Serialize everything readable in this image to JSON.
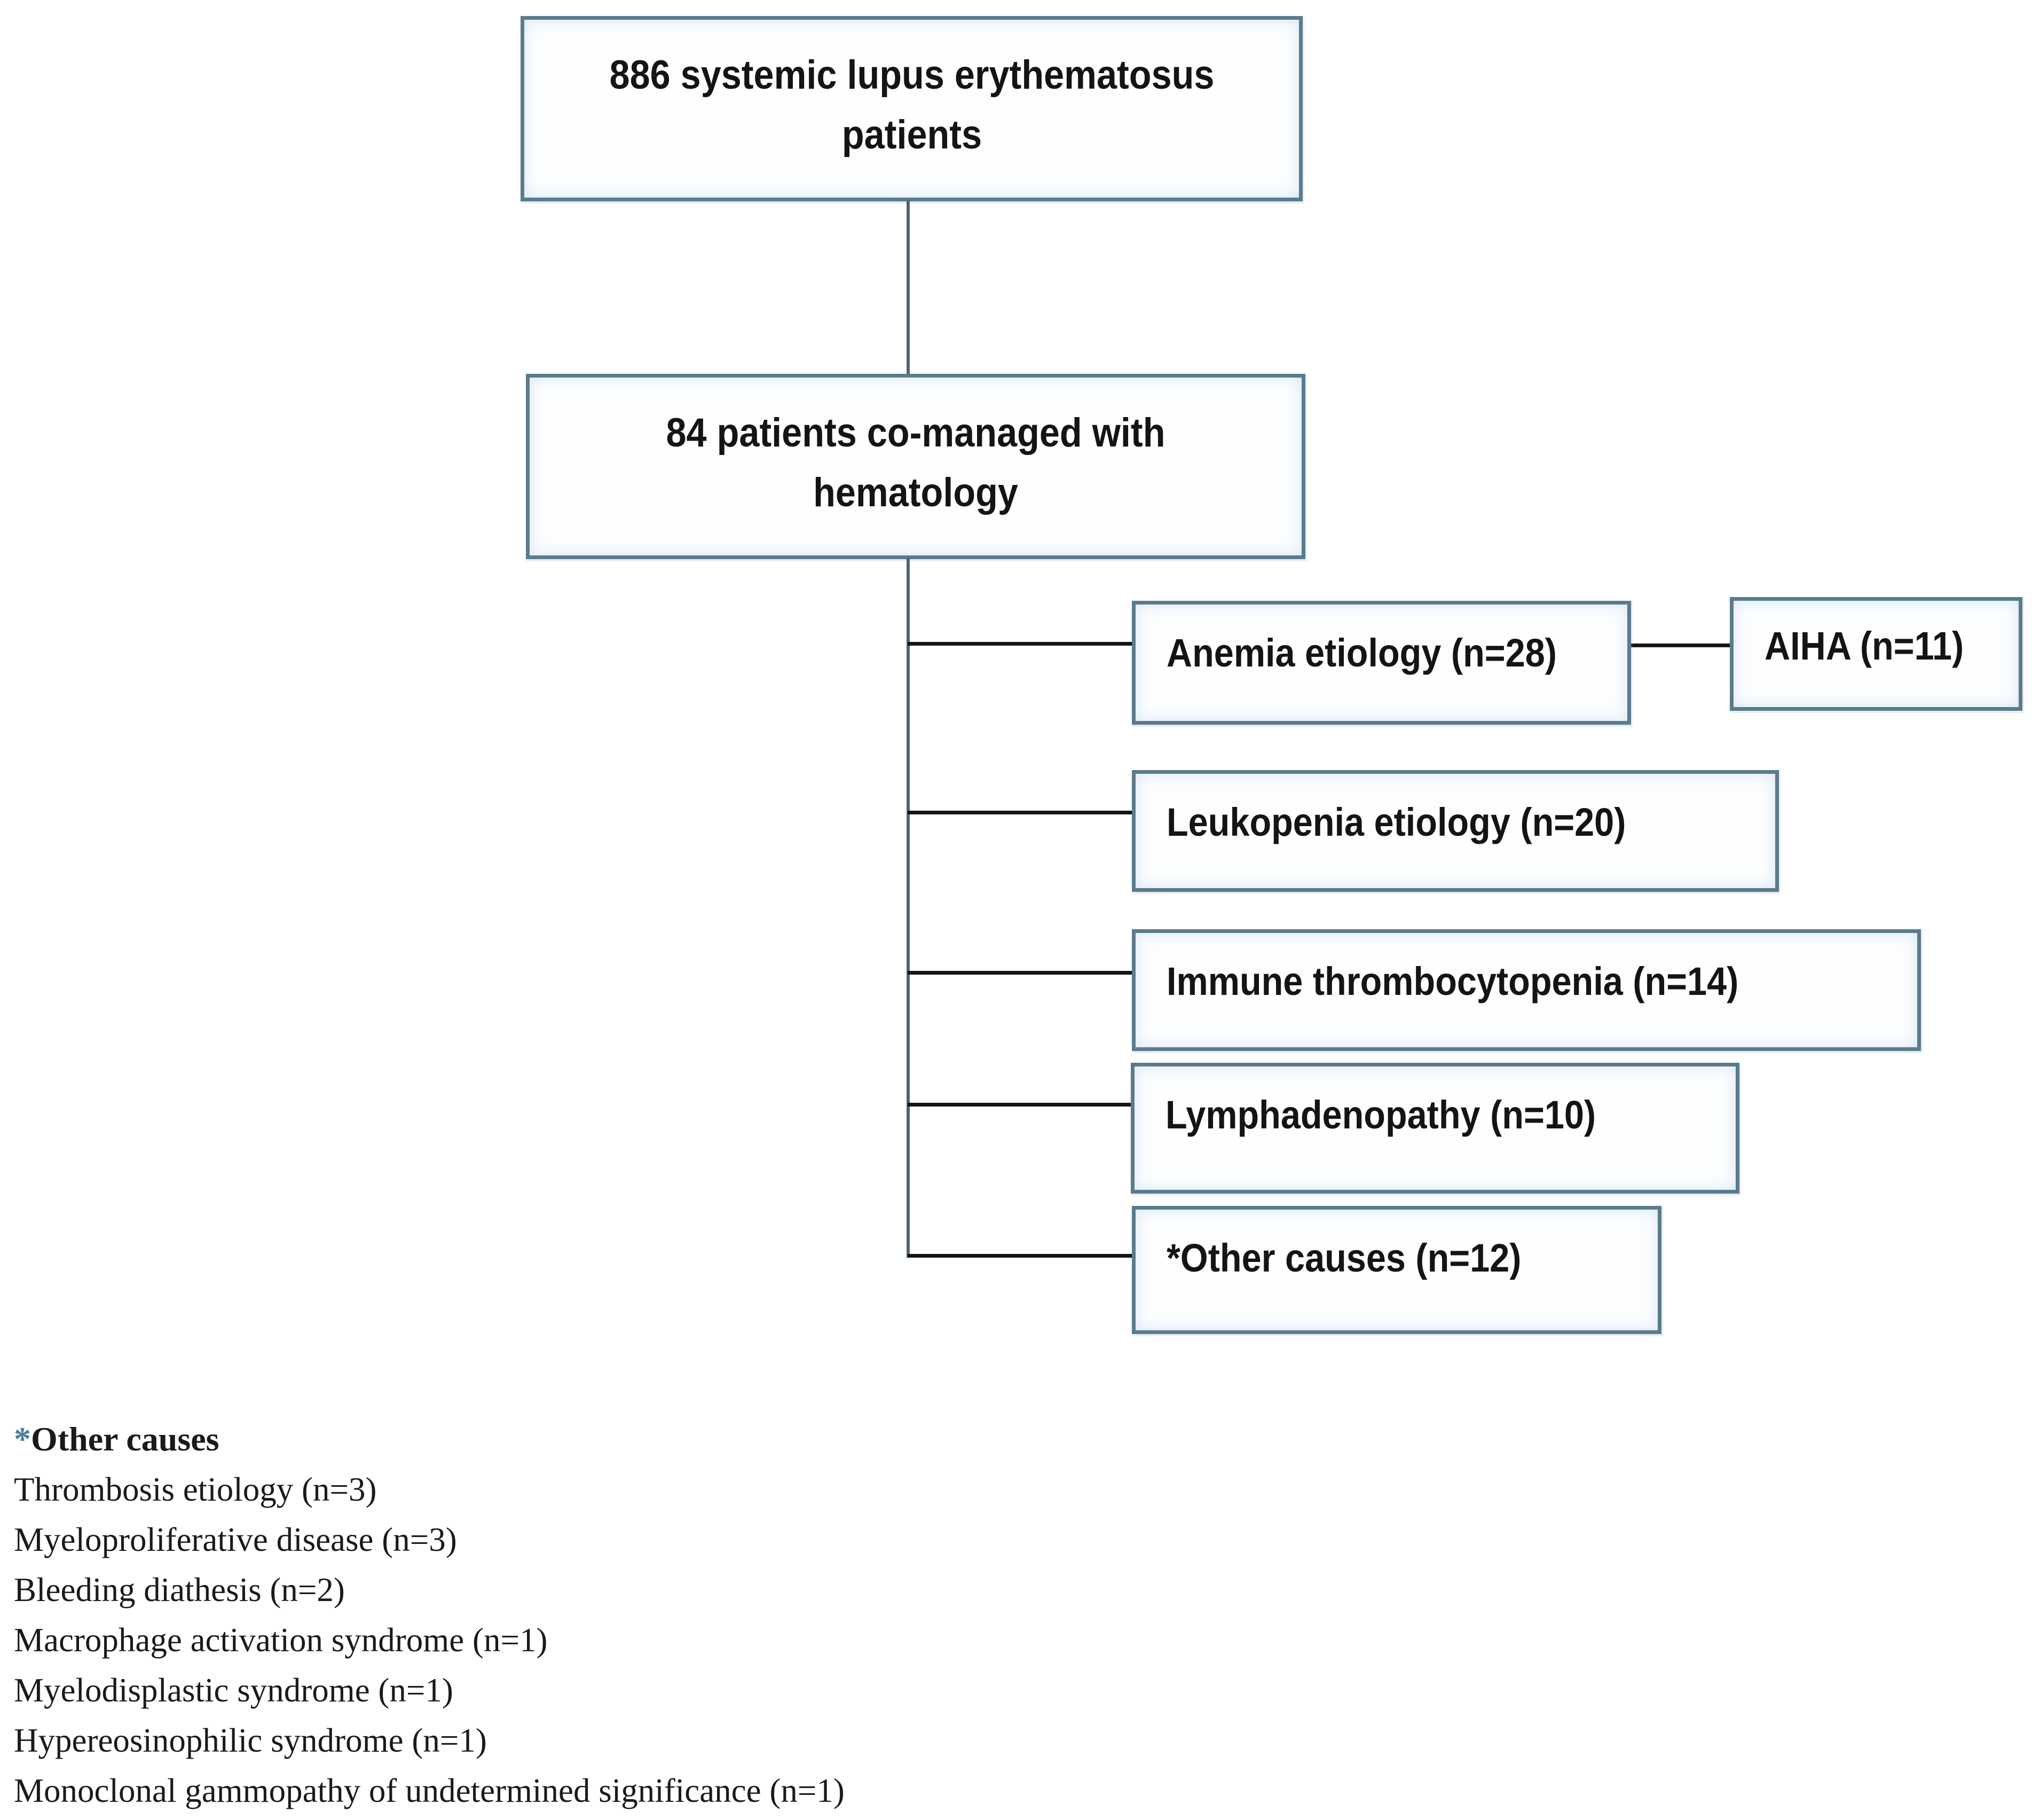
{
  "flowchart": {
    "root": "886 systemic lupus erythematosus patients",
    "comanaged": "84 patients co-managed with hematology",
    "branches": {
      "anemia": "Anemia etiology (n=28)",
      "aiha": "AIHA (n=11)",
      "leukopenia": "Leukopenia etiology (n=20)",
      "itp": "Immune thrombocytopenia (n=14)",
      "lymphadenopathy": "Lymphadenopathy (n=10)",
      "other": "*Other causes (n=12)"
    }
  },
  "footnote": {
    "asterisk": "*",
    "header": "Other causes",
    "items": [
      "Thrombosis etiology (n=3)",
      "Myeloproliferative disease (n=3)",
      "Bleeding diathesis (n=2)",
      "Macrophage activation syndrome (n=1)",
      "Myelodisplastic syndrome (n=1)",
      "Hypereosinophilic syndrome (n=1)",
      "Monoclonal gammopathy of undetermined significance (n=1)"
    ]
  },
  "colors": {
    "box_border": "#5b7b8d",
    "box_fill": "#fdfeff",
    "connector_black": "#151515",
    "trunk_gray_blue": "#4e6573",
    "asterisk_accent": "#4a7e9e"
  }
}
